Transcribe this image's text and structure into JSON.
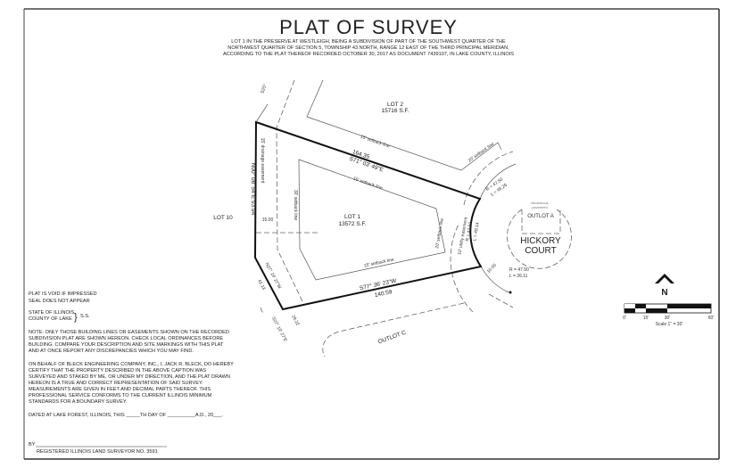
{
  "title": "PLAT OF SURVEY",
  "caption": [
    "LOT 1 IN THE PRESERVE AT WESTLEIGH, BEING A SUBDIVISION OF PART OF THE SOUTHWEST QUARTER OF THE",
    "NORTHWEST QUARTER OF SECTION 5, TOWNSHIP 43 NORTH, RANGE 12 EAST OF THE THIRD PRINCIPAL MERIDIAN,",
    "ACCORDING TO THE PLAT THEREOF RECORDED OCTOBER 30, 2017 AS DOCUMENT 7439107, IN LAKE COUNTY, ILLINOIS"
  ],
  "drawing": {
    "lot1": {
      "name": "LOT 1",
      "area": "13572 S.F."
    },
    "lot2": {
      "name": "LOT 2",
      "area": "15716 S.F."
    },
    "lot10": "LOT 10",
    "outlot_a": "OUTLOT A",
    "outlot_c": "OUTLOT C",
    "pavement": [
      "bituminous",
      "pavement"
    ],
    "court": [
      "HICKORY",
      "COURT"
    ],
    "north_bearing": "S71° 03' 49\"E",
    "north_dist": "164.35",
    "south_bearing": "S77° 36' 23\"W",
    "south_dist": "140.59",
    "west_bearing": "N00° 08' 54\"E  93.94",
    "sw_bearing": "N27° 19' 27\"W",
    "sw_dist": "41.13",
    "ssw_bearing": "S27° 19' 27\"E",
    "ssw_dist": "29.22",
    "nw_ext": "S25°",
    "easement_width": "15.00",
    "arc_east": [
      "R = 47.50",
      "L = 49.14"
    ],
    "arc_ne": [
      "R = 47.50",
      "L = 46.26"
    ],
    "arc_se": [
      "R = 47.50",
      "L = 26.11"
    ],
    "ten": "10.00",
    "setbacks": {
      "north": "15' setback line",
      "lot2": "15' setback line",
      "lot2_east": "20' setback line",
      "west": "30' setback line",
      "east": "20' setback line",
      "south": "15' setback line",
      "drainage": "15' drainage easement",
      "utility": "10' utility easement"
    }
  },
  "north_arrow": "N",
  "scale": {
    "ticks": [
      "0'",
      "15'",
      "30'",
      "60'"
    ],
    "label": "Scale 1\" = 30'"
  },
  "notes": {
    "void": [
      "PLAT IS VOID IF IMPRESSED",
      "SEAL DOES NOT APPEAR"
    ],
    "state": [
      "STATE OF ILLINOIS",
      "COUNTY OF LAKE"
    ],
    "ss": "S.S.",
    "note": [
      "NOTE: ONLY THOSE BUILDING LINES OR EASEMENTS SHOWN ON THE RECORDED",
      "SUBDIVISION PLAT ARE SHOWN HEREON.  CHECK LOCAL ORDINANCES BEFORE",
      "BUILDING.  COMPARE YOUR DESCRIPTION AND SITE MARKINGS WITH THIS PLAT",
      "AND AT ONCE REPORT ANY DISCREPANCIES WHICH YOU MAY FIND."
    ],
    "cert": [
      "ON BEHALF OF BLECK ENGINEERING COMPANY, INC., I, JACK R. BLECK, DO HEREBY",
      "CERTIFY THAT THE PROPERTY DESCRIBED IN THE ABOVE CAPTION WAS",
      "SURVEYED AND STAKED BY ME, OR UNDER MY DIRECTION, AND THE PLAT DRAWN",
      "HEREON IS A TRUE AND CORRECT REPRESENTATION OF SAID SURVEY.",
      "MEASUREMENTS ARE GIVEN IN FEET AND DECIMAL PARTS THEREOF.  THIS",
      "PROFESSIONAL SERVICE CONFORMS TO THE CURRENT ILLINOIS MINIMUM",
      "STANDARDS FOR A BOUNDARY SURVEY."
    ],
    "dated": "DATED AT LAKE FOREST, ILLINOIS, THIS _____TH DAY OF __________A.D., 20___.",
    "by": "BY",
    "surveyor": "REGISTERED ILLINOIS LAND SURVEYOR NO. 3591"
  }
}
